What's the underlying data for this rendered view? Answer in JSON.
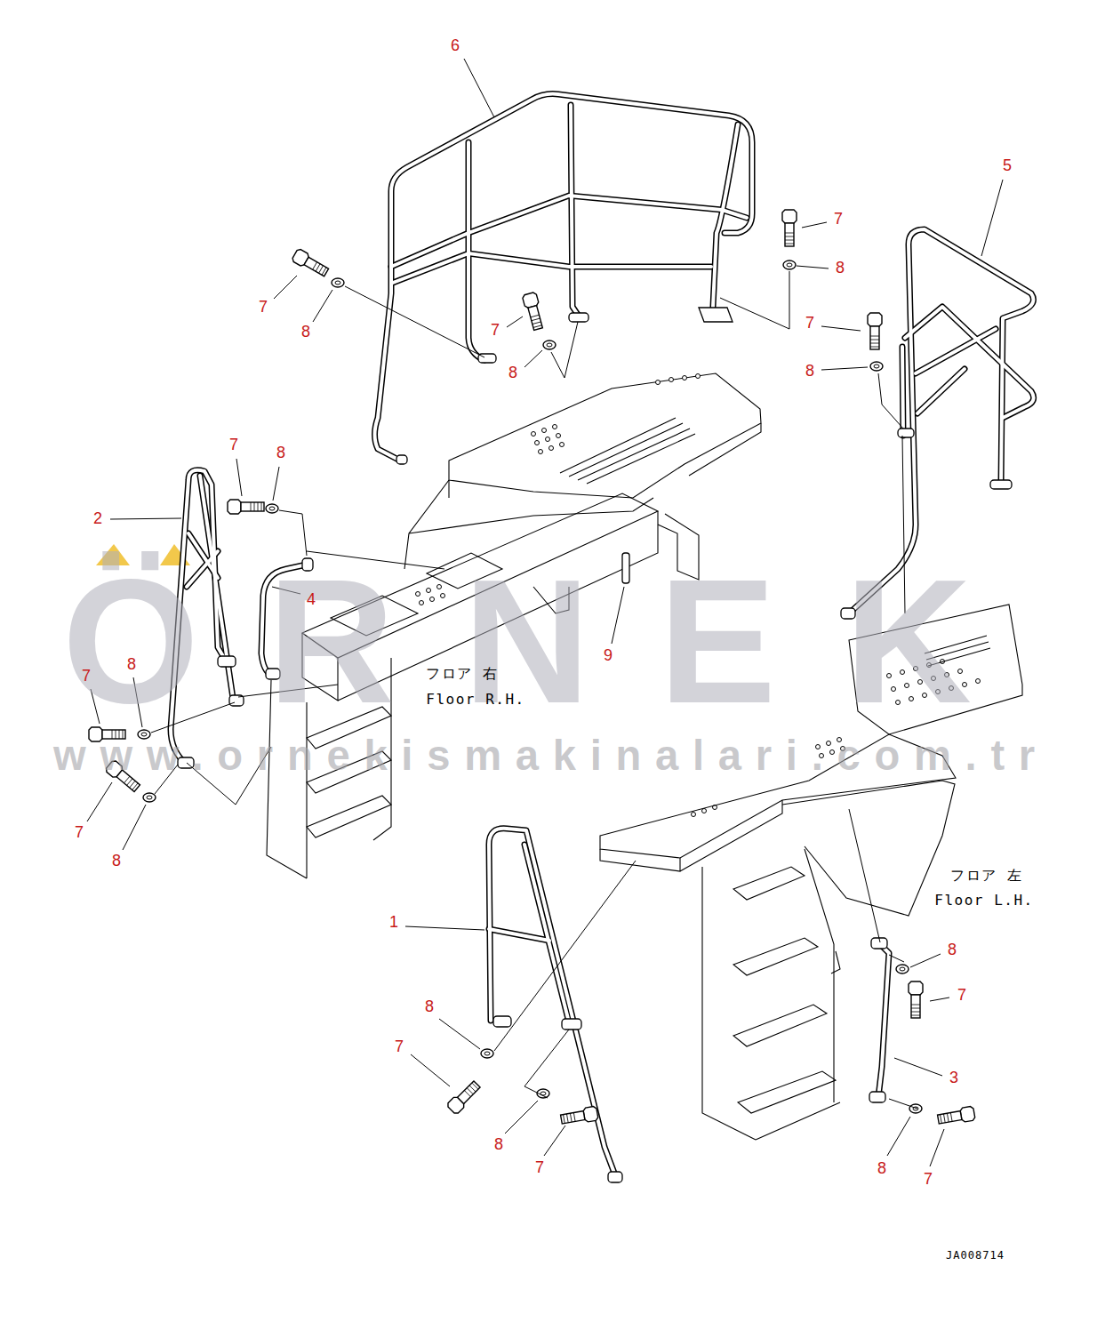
{
  "diagram": {
    "labels": [
      "6",
      "5",
      "7",
      "8",
      "7",
      "8",
      "7",
      "7",
      "8",
      "8",
      "7",
      "8",
      "2",
      "4",
      "9",
      "7",
      "8",
      "7",
      "8",
      "1",
      "8",
      "7",
      "8",
      "7",
      "3",
      "8",
      "7",
      "8",
      "7",
      "フロア 右",
      "Floor R.H.",
      "フロア 左",
      "Floor L.H.",
      "JA008714",
      "ÖRNEK",
      "www.ornekismakinalari.com.tr"
    ]
  }
}
